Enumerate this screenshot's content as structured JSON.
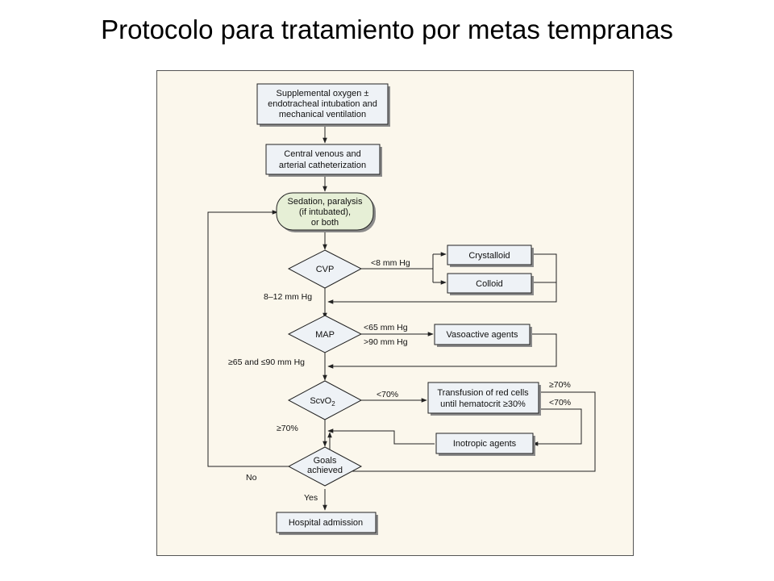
{
  "title": "Protocolo para tratamiento por metas tempranas",
  "nodes": {
    "oxygen": [
      "Supplemental oxygen ±",
      "endotracheal intubation and",
      "mechanical ventilation"
    ],
    "catheter": [
      "Central venous and",
      "arterial catheterization"
    ],
    "sedation": [
      "Sedation, paralysis",
      "(if intubated),",
      "or both"
    ],
    "cvp": "CVP",
    "crystalloid": "Crystalloid",
    "colloid": "Colloid",
    "map": "MAP",
    "vasoactive": "Vasoactive agents",
    "scvo2": "ScvO",
    "scvo2_sub": "2",
    "transfusion": [
      "Transfusion of red cells",
      "until hematocrit ≥30%"
    ],
    "inotropic": "Inotropic agents",
    "goals": [
      "Goals",
      "achieved"
    ],
    "hospital": "Hospital admission"
  },
  "edge_labels": {
    "cvp_low": "<8 mm Hg",
    "cvp_ok": "8–12 mm Hg",
    "map_low": "<65 mm Hg",
    "map_high": ">90 mm Hg",
    "map_ok": "≥65 and ≤90 mm Hg",
    "scvo2_low": "<70%",
    "scvo2_ok": "≥70%",
    "transfusion_ok": "≥70%",
    "transfusion_low": "<70%",
    "no": "No",
    "yes": "Yes"
  },
  "colors": {
    "panel_bg": "#fbf7ec",
    "box_fill": "#eef2f6",
    "sedation_fill": "#e6efd6",
    "stroke": "#222222"
  }
}
